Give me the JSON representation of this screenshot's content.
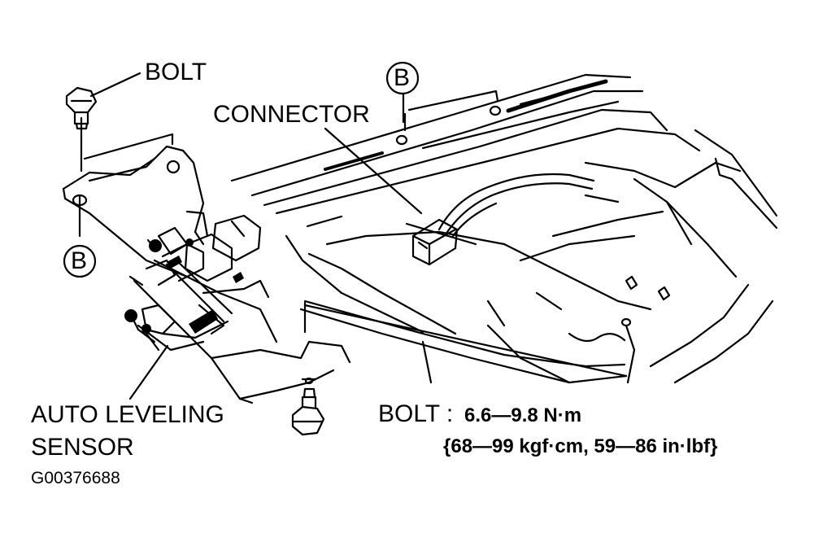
{
  "labels": {
    "bolt_top": "BOLT",
    "connector": "CONNECTOR",
    "marker_b": "B",
    "auto_leveling_line1": "AUTO LEVELING",
    "auto_leveling_line2": "SENSOR",
    "torque_label": "BOLT :",
    "torque_value": "6.6—9.8 N·m",
    "torque_alt": "{68—99 kgf·cm, 59—86 in·lbf}",
    "figure_code": "G00376688"
  },
  "colors": {
    "ink": "#000000",
    "paper": "#ffffff"
  }
}
